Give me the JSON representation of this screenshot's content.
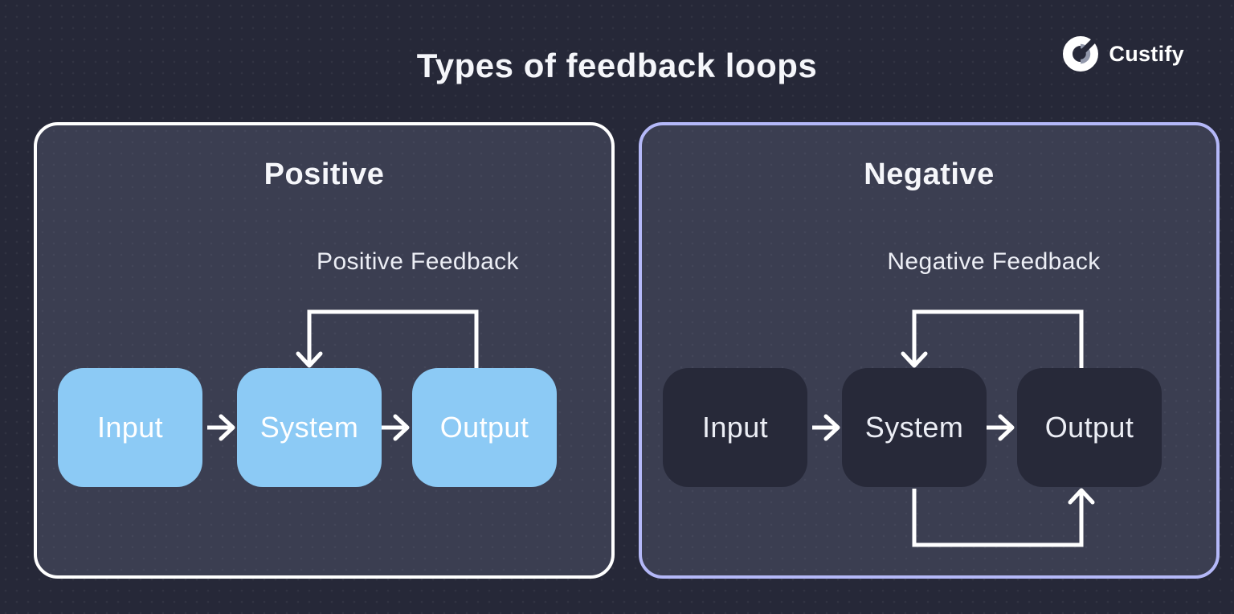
{
  "page": {
    "title": "Types of feedback loops"
  },
  "logo": {
    "text": "Custify",
    "icon": "custify-ring-icon"
  },
  "colors": {
    "background": "#262838",
    "panel_background": "#3b3e51",
    "positive_border": "#ffffff",
    "negative_border": "#b4b8f8",
    "positive_box": "#8ccaf5",
    "negative_box": "#272939",
    "text_primary": "#f5f6fa",
    "text_secondary": "#eceef5",
    "connector": "#ffffff",
    "logo_accent": "#9298ab"
  },
  "panels": [
    {
      "id": "positive",
      "title": "Positive",
      "feedback_label": "Positive Feedback",
      "boxes": [
        "Input",
        "System",
        "Output"
      ]
    },
    {
      "id": "negative",
      "title": "Negative",
      "feedback_label": "Negative Feedback",
      "boxes": [
        "Input",
        "System",
        "Output"
      ]
    }
  ]
}
